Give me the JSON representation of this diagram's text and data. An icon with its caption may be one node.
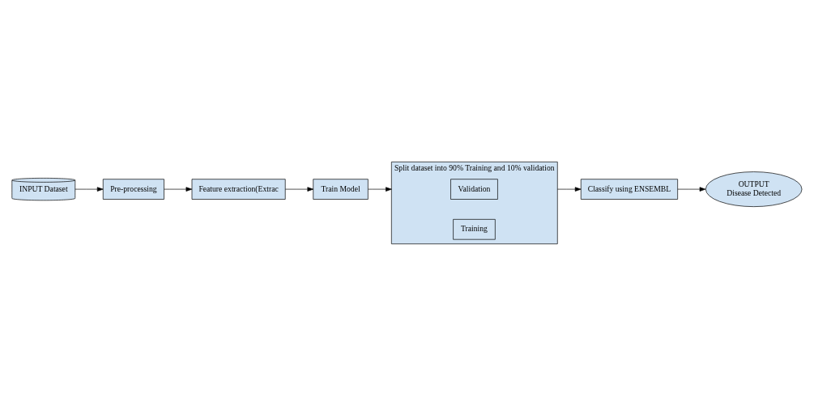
{
  "diagram": {
    "nodes": [
      {
        "text": [
          "INPUT Dataset"
        ]
      },
      {
        "text": [
          "Pre-processing"
        ]
      },
      {
        "text": [
          "Feature extraction(Extrac"
        ]
      },
      {
        "text": [
          "Train Model"
        ]
      },
      {
        "text": [
          "Split dataset into 90% Training and 10% validation"
        ]
      },
      {
        "text": [
          "Validation"
        ],
        "in": 4
      },
      {
        "text": [
          "Training"
        ],
        "in": 4
      },
      {
        "text": [
          "Classify using ENSEMBL"
        ]
      },
      {
        "text": [
          "OUTPUT",
          "Disease Detected"
        ]
      }
    ],
    "edges": [
      {
        "from": 0,
        "to": 1,
        "arrow": "to"
      },
      {
        "from": 1,
        "to": 2,
        "arrow": "to"
      },
      {
        "from": 2,
        "to": 3,
        "arrow": "to"
      },
      {
        "from": 3,
        "to": 4,
        "arrow": "to"
      },
      {
        "from": 4,
        "to": 7,
        "arrow": "to"
      },
      {
        "from": 7,
        "to": 8,
        "arrow": "to"
      }
    ]
  }
}
